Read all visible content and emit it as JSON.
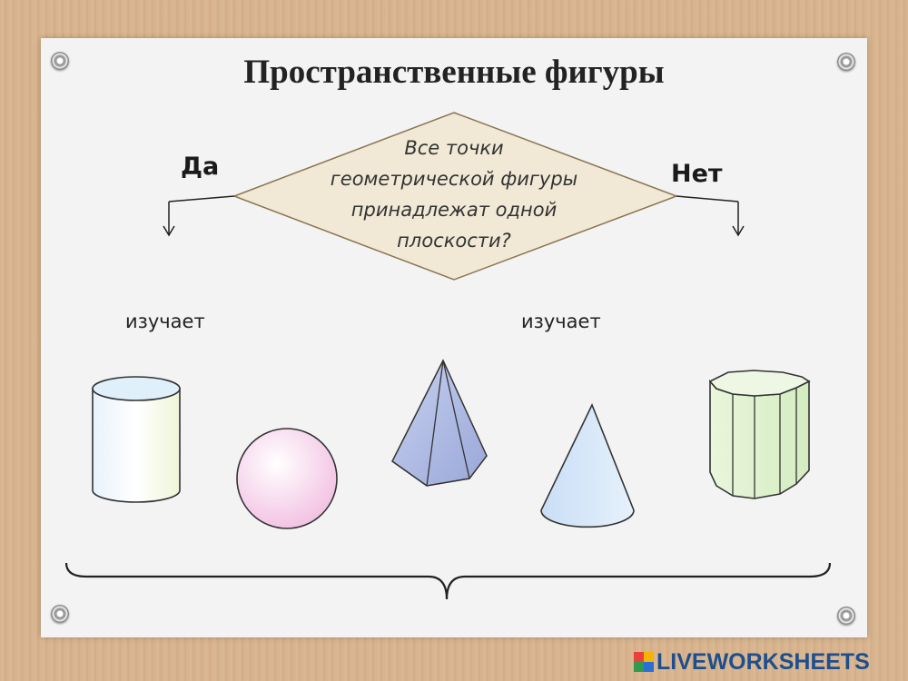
{
  "title": "Пространственные фигуры",
  "diagram": {
    "yes_label": "Да",
    "no_label": "Нет",
    "question_lines": [
      "Все точки",
      "геометрической фигуры",
      "принадлежат одной",
      "плоскости?"
    ],
    "left_studies": "изучает",
    "right_studies": "изучает"
  },
  "shapes": [
    "cylinder-icon",
    "sphere-icon",
    "pyramid-icon",
    "cone-icon",
    "prism-icon"
  ],
  "branding": {
    "logo_text": "LIVEWORKSHEETS"
  },
  "colors": {
    "background": "#d8b690",
    "card": "#f3f3f3",
    "diamond_fill": "#f1e9d6",
    "diamond_stroke": "#8a7550",
    "brand": "#1d4f8f"
  }
}
